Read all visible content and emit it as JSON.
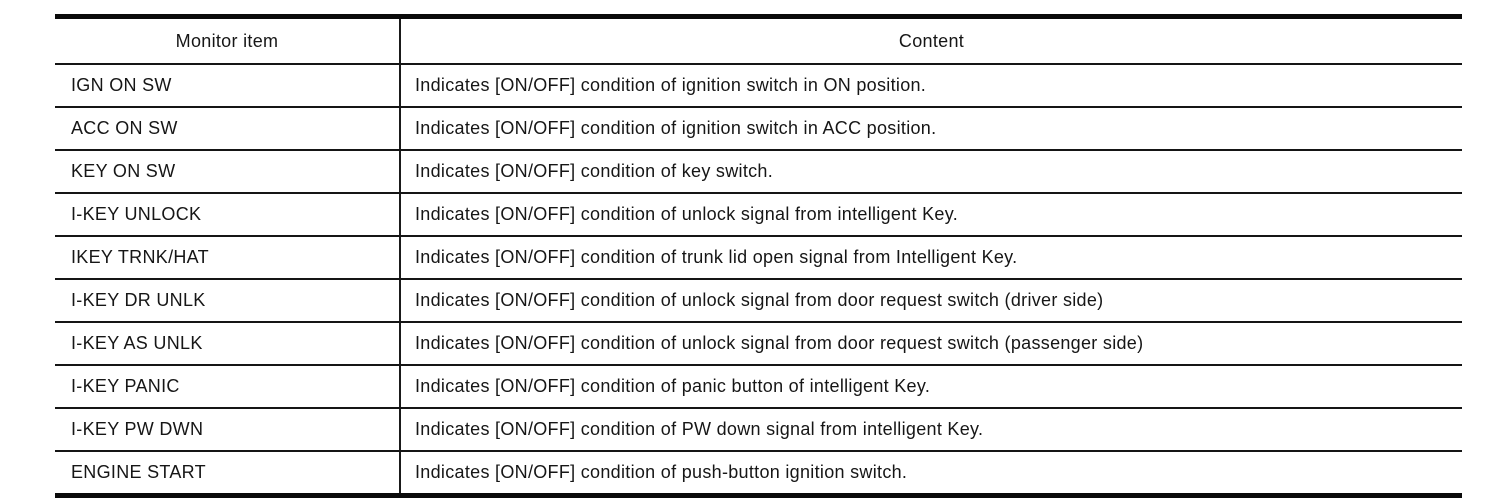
{
  "table": {
    "columns": [
      {
        "label": "Monitor item"
      },
      {
        "label": "Content"
      }
    ],
    "rows": [
      {
        "item": "IGN ON SW",
        "content": "Indicates [ON/OFF] condition of ignition switch in ON position."
      },
      {
        "item": "ACC ON SW",
        "content": "Indicates [ON/OFF] condition of ignition switch in ACC position."
      },
      {
        "item": "KEY ON SW",
        "content": "Indicates [ON/OFF] condition of key switch."
      },
      {
        "item": "I-KEY UNLOCK",
        "content": "Indicates [ON/OFF] condition of unlock signal from intelligent Key."
      },
      {
        "item": "IKEY TRNK/HAT",
        "content": "Indicates [ON/OFF] condition of trunk lid open signal from Intelligent Key."
      },
      {
        "item": "I-KEY DR UNLK",
        "content": "Indicates [ON/OFF] condition of unlock signal from door request switch (driver side)"
      },
      {
        "item": "I-KEY AS UNLK",
        "content": "Indicates [ON/OFF] condition of unlock signal from door request switch (passenger side)"
      },
      {
        "item": "I-KEY PANIC",
        "content": "Indicates [ON/OFF] condition of panic button of intelligent Key."
      },
      {
        "item": "I-KEY PW DWN",
        "content": "Indicates [ON/OFF] condition of PW down signal from intelligent Key."
      },
      {
        "item": "ENGINE START",
        "content": "Indicates [ON/OFF] condition of push-button ignition switch."
      }
    ],
    "colors": {
      "text": "#161616",
      "border": "#0a0a0a",
      "background": "#ffffff"
    }
  }
}
